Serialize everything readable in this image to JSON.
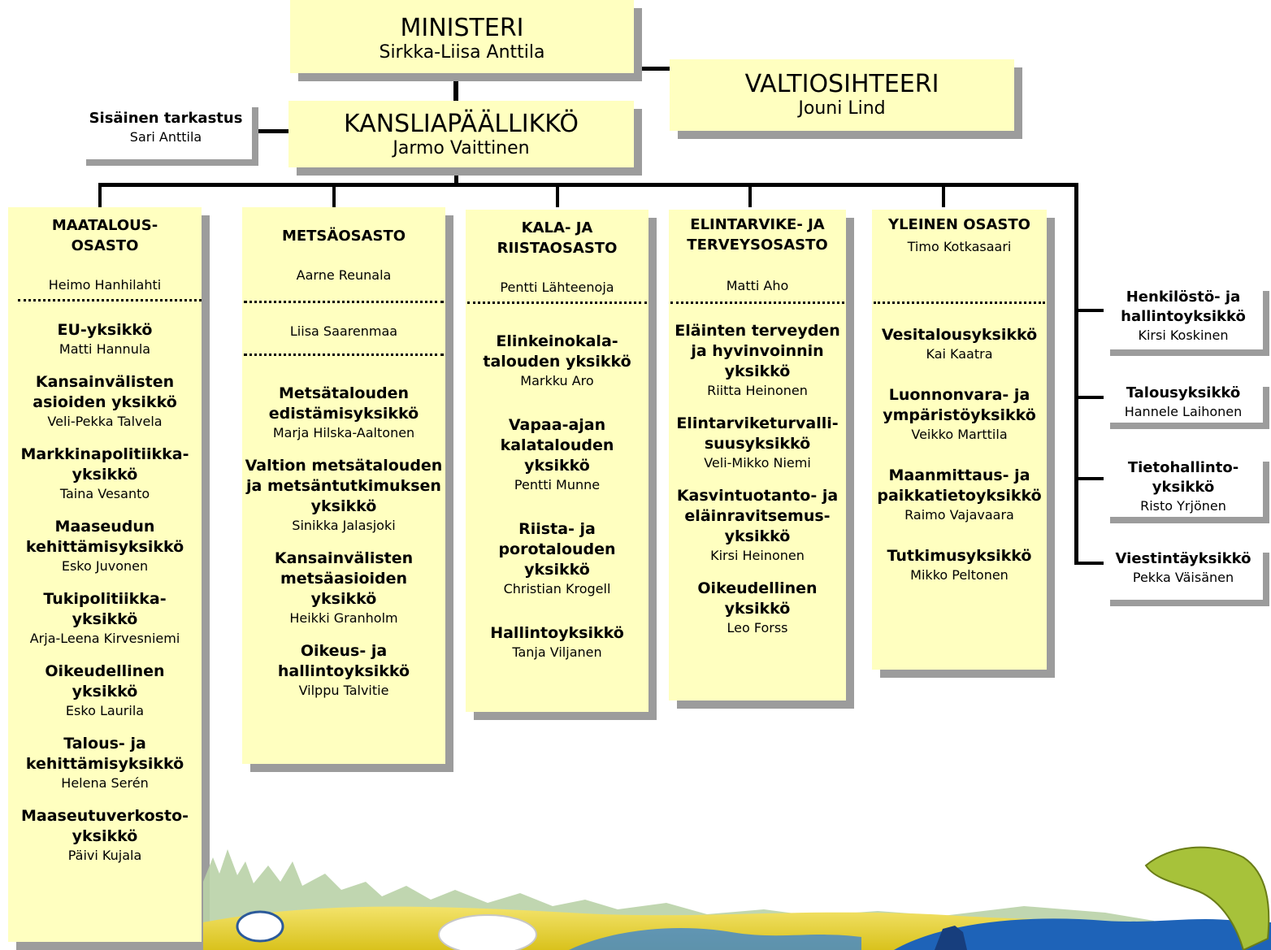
{
  "minister": {
    "title": "MINISTERI",
    "name": "Sirkka-Liisa Anttila"
  },
  "state_secretary": {
    "title": "VALTIOSIHTEERI",
    "name": "Jouni Lind"
  },
  "permanent_secretary": {
    "title": "KANSLIAPÄÄLLIKKÖ",
    "name": "Jarmo Vaittinen"
  },
  "internal_audit": {
    "title": "Sisäinen tarkastus",
    "name": "Sari Anttila"
  },
  "departments": [
    {
      "title_lines": [
        "MAATALOUS-",
        "OSASTO"
      ],
      "heads": [
        "Heimo Hanhilahti"
      ],
      "units": [
        {
          "name_lines": [
            "EU-yksikkö"
          ],
          "person": "Matti Hannula"
        },
        {
          "name_lines": [
            "Kansainvälisten",
            "asioiden yksikkö"
          ],
          "person": "Veli-Pekka Talvela"
        },
        {
          "name_lines": [
            "Markkinapolitiikka-",
            "yksikkö"
          ],
          "person": "Taina Vesanto"
        },
        {
          "name_lines": [
            "Maaseudun",
            "kehittämisyksikkö"
          ],
          "person": "Esko Juvonen"
        },
        {
          "name_lines": [
            "Tukipolitiikka-",
            "yksikkö"
          ],
          "person": "Arja-Leena Kirvesniemi"
        },
        {
          "name_lines": [
            "Oikeudellinen",
            "yksikkö"
          ],
          "person": "Esko Laurila"
        },
        {
          "name_lines": [
            "Talous- ja",
            "kehittämisyksikkö"
          ],
          "person": "Helena Serén"
        },
        {
          "name_lines": [
            "Maaseutuverkosto-",
            "yksikkö"
          ],
          "person": "Päivi Kujala"
        }
      ]
    },
    {
      "title_lines": [
        "METSÄOSASTO"
      ],
      "heads": [
        "Aarne Reunala",
        "Liisa Saarenmaa"
      ],
      "units": [
        {
          "name_lines": [
            "Metsätalouden",
            "edistämisyksikkö"
          ],
          "person": "Marja Hilska-Aaltonen"
        },
        {
          "name_lines": [
            "Valtion metsätalouden",
            "ja metsäntutkimuksen",
            "yksikkö"
          ],
          "person": "Sinikka Jalasjoki"
        },
        {
          "name_lines": [
            "Kansainvälisten",
            "metsäasioiden",
            "yksikkö"
          ],
          "person": "Heikki Granholm"
        },
        {
          "name_lines": [
            "Oikeus- ja",
            "hallintoyksikkö"
          ],
          "person": "Vilppu Talvitie"
        }
      ]
    },
    {
      "title_lines": [
        "KALA- JA",
        "RIISTAOSASTO"
      ],
      "heads": [
        "Pentti Lähteenoja"
      ],
      "units": [
        {
          "name_lines": [
            "Elinkeinokala-",
            "talouden yksikkö"
          ],
          "person": "Markku Aro"
        },
        {
          "name_lines": [
            "Vapaa-ajan",
            "kalatalouden",
            "yksikkö"
          ],
          "person": "Pentti Munne"
        },
        {
          "name_lines": [
            "Riista- ja",
            "porotalouden",
            "yksikkö"
          ],
          "person": "Christian Krogell"
        },
        {
          "name_lines": [
            "Hallintoyksikkö"
          ],
          "person": "Tanja Viljanen"
        }
      ]
    },
    {
      "title_lines": [
        "ELINTARVIKE- JA",
        "TERVEYSOSASTO"
      ],
      "heads": [
        "Matti Aho"
      ],
      "units": [
        {
          "name_lines": [
            "Eläinten terveyden",
            "ja hyvinvoinnin",
            "yksikkö"
          ],
          "person": "Riitta Heinonen"
        },
        {
          "name_lines": [
            "Elintarviketurvalli-",
            "suusyksikkö"
          ],
          "person": "Veli-Mikko Niemi"
        },
        {
          "name_lines": [
            "Kasvintuotanto- ja",
            "eläinravitsemus-",
            "yksikkö"
          ],
          "person": "Kirsi Heinonen"
        },
        {
          "name_lines": [
            "Oikeudellinen",
            "yksikkö"
          ],
          "person": "Leo Forss"
        }
      ]
    },
    {
      "title_lines": [
        "YLEINEN OSASTO"
      ],
      "heads": [
        "Timo Kotkasaari"
      ],
      "units": [
        {
          "name_lines": [
            "Vesitalousyksikkö"
          ],
          "person": "Kai Kaatra"
        },
        {
          "name_lines": [
            "Luonnonvara- ja",
            "ympäristöyksikkö"
          ],
          "person": "Veikko Marttila"
        },
        {
          "name_lines": [
            "Maanmittaus- ja",
            "paikkatietoyksikkö"
          ],
          "person": "Raimo Vajavaara"
        },
        {
          "name_lines": [
            "Tutkimusyksikkö"
          ],
          "person": "Mikko Peltonen"
        }
      ]
    }
  ],
  "staff_units": [
    {
      "name_lines": [
        "Henkilöstö- ja",
        "hallintoyksikkö"
      ],
      "person": "Kirsi Koskinen"
    },
    {
      "name_lines": [
        "Talousyksikkö"
      ],
      "person": "Hannele Laihonen"
    },
    {
      "name_lines": [
        "Tietohallinto-",
        "yksikkö"
      ],
      "person": "Risto Yrjönen"
    },
    {
      "name_lines": [
        "Viestintäyksikkö"
      ],
      "person": "Pekka Väisänen"
    }
  ],
  "colors": {
    "box_fill": "#ffffc0",
    "shadow": "#9c9c9c",
    "line": "#000000"
  }
}
